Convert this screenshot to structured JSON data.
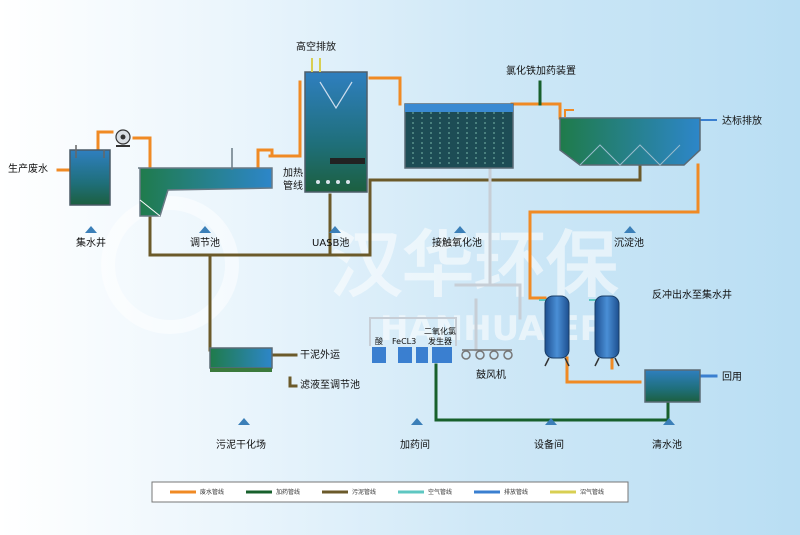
{
  "labels": {
    "production_wastewater": "生产废水",
    "collection_well": "集水井",
    "regulating_tank": "调节池",
    "uasb_tank": "UASB池",
    "high_discharge": "高空排放",
    "heating_pipe_1": "加热",
    "heating_pipe_2": "管线",
    "ferric_dosing": "氯化铁加药装置",
    "contact_oxidation": "接触氧化池",
    "sedimentation": "沉淀池",
    "compliant_discharge": "达标排放",
    "backwash_return": "反冲出水至集水井",
    "dry_sludge_out": "干泥外运",
    "filtrate_return": "滤液至调节池",
    "sludge_drying_field": "污泥干化场",
    "acid": "酸",
    "fecl3": "FeCL3",
    "chlorine_dioxide_1": "二氧化氯",
    "chlorine_dioxide_2": "发生器",
    "blower": "鼓风机",
    "reuse": "回用",
    "dosing_room": "加药间",
    "equipment_room": "设备间",
    "clear_water_tank": "清水池"
  },
  "watermark": {
    "cn": "汉华环保",
    "en": "HANHUA EP"
  },
  "legend": [
    {
      "label": "废水管线",
      "color": "#f08a24"
    },
    {
      "label": "加药管线",
      "color": "#17602c"
    },
    {
      "label": "污泥管线",
      "color": "#6b5a2a"
    },
    {
      "label": "空气管线",
      "color": "#5ec7c2"
    },
    {
      "label": "排放管线",
      "color": "#3a7fd0"
    },
    {
      "label": "沼气管线",
      "color": "#d8cf52"
    }
  ]
}
